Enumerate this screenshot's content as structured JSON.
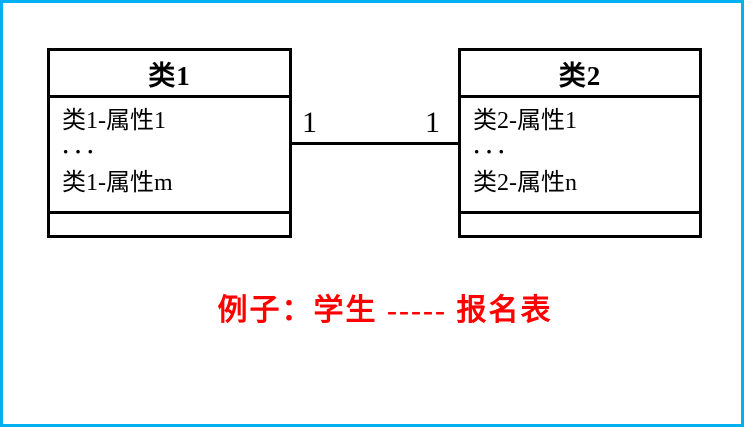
{
  "colors": {
    "page_border": "#00b0f0",
    "ink": "#000000",
    "caption": "#ff0000"
  },
  "diagram": {
    "type": "uml-class-association",
    "class1": {
      "title": "类1",
      "attributes": [
        "类1-属性1",
        "···",
        "类1-属性m"
      ]
    },
    "class2": {
      "title": "类2",
      "attributes": [
        "类2-属性1",
        "···",
        "类2-属性n"
      ]
    },
    "association": {
      "multiplicity_left": "1",
      "multiplicity_right": "1"
    },
    "caption": "例子：学生 ----- 报名表"
  }
}
